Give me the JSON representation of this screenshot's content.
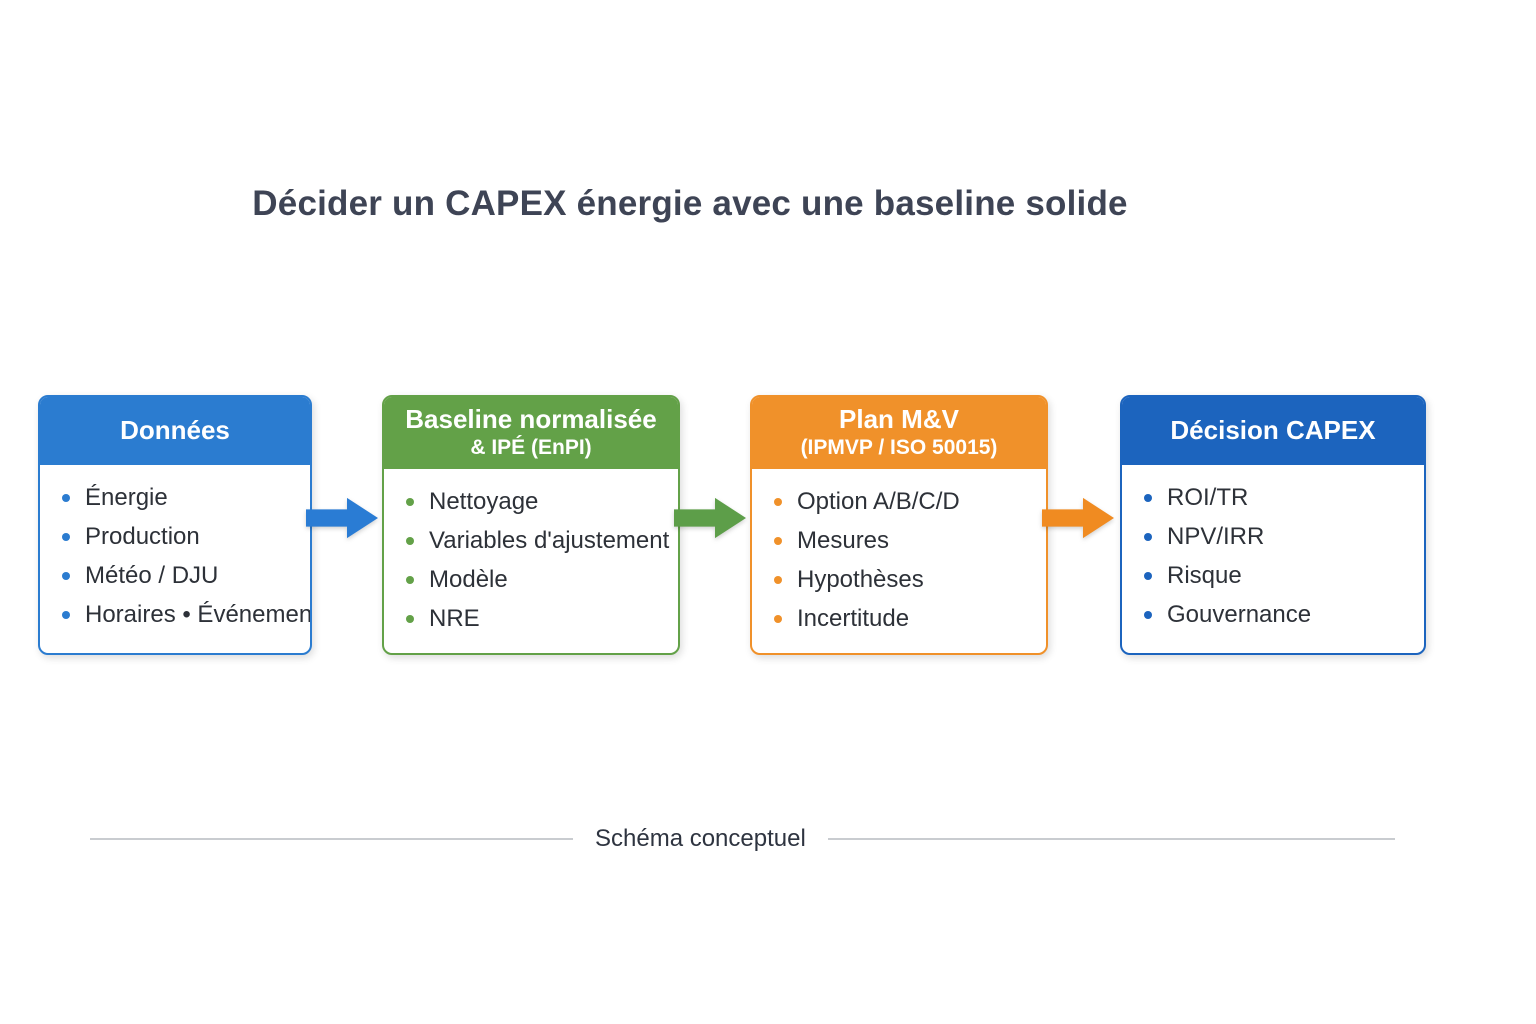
{
  "title": "Décider un CAPEX énergie avec une baseline solide",
  "boxes": [
    {
      "id": "donnees",
      "accent": "#2b7cd0",
      "header_line1": "Données",
      "items": [
        "Énergie",
        "Production",
        "Météo / DJU",
        "Horaires • Événements"
      ]
    },
    {
      "id": "baseline",
      "accent": "#63a148",
      "header_line1": "Baseline normalisée",
      "header_line2": "& IPÉ (EnPI)",
      "items": [
        "Nettoyage",
        "Variables d'ajustement",
        "Modèle",
        "NRE"
      ]
    },
    {
      "id": "plan-mv",
      "accent": "#f0912a",
      "header_line1": "Plan M&V",
      "header_line2": "(IPMVP / ISO 50015)",
      "items": [
        "Option A/B/C/D",
        "Mesures",
        "Hypothèses",
        "Incertitude"
      ]
    },
    {
      "id": "decision-capex",
      "accent": "#1c64be",
      "header_line1": "Décision CAPEX",
      "items": [
        "ROI/TR",
        "NPV/IRR",
        "Risque",
        "Gouvernance"
      ]
    }
  ],
  "arrows": [
    {
      "color": "#2a7cd4"
    },
    {
      "color": "#5d9e49"
    },
    {
      "color": "#f08b21"
    }
  ],
  "footer": {
    "label": "Schéma conceptuel"
  }
}
